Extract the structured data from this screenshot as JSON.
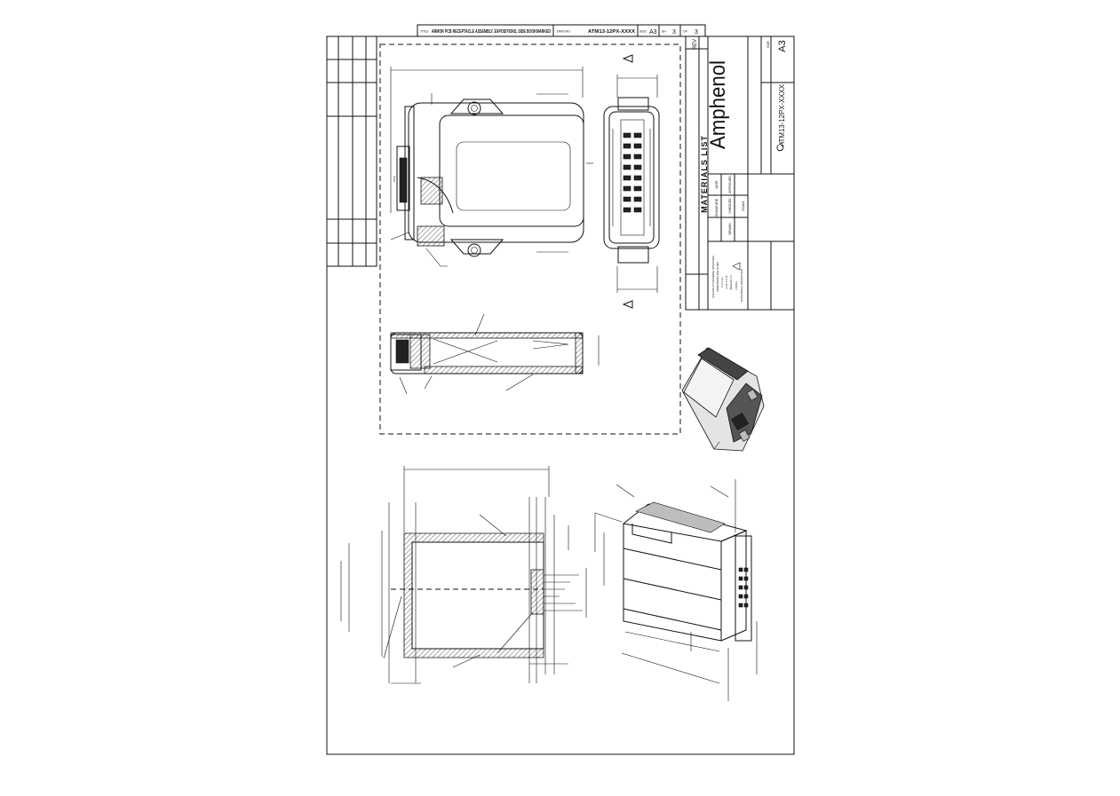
{
  "header_strip": {
    "title_label": "TITLE",
    "title": "ARMOR PCB RECEPTACLE ASSEMBLY, EXPOSITIONS, SIDE BOOKMARKED",
    "dwg_no_label": "DWG NO",
    "dwg_no": "ATM13-12PX-XXXX",
    "size_label": "SIZE",
    "size": "A3",
    "sheet_label": "SH",
    "sheet": "3",
    "of_label": "OF",
    "of": "3"
  },
  "title_block": {
    "materials_list": "MATERIALS LIST",
    "company_logo": "Amphenol",
    "part_number": "ATM13-12PX-XXXX",
    "size_label": "SIZE",
    "size": "A3",
    "prefix": "C-",
    "rev_label": "REV",
    "signature_label": "SIGNATURE",
    "date_label": "DATE",
    "drawn": "DRAWN",
    "checked": "CHECKED",
    "approved": "APPROVED",
    "scale": "SCALE",
    "notes_header": "UNLESS OTHERWISE SPECIFIED",
    "tolerance_lines": [
      "DIMENSIONS ARE IN MM",
      "X.X ± 0.3",
      "X.XX ± 0.15",
      "ANGLES ± 1°"
    ],
    "finish": "FINISH",
    "projection": "THIRD ANGLE PROJECTION"
  },
  "icons": {
    "datum_triangle": "datum-triangle-icon",
    "logo": "amphenol-logo"
  }
}
